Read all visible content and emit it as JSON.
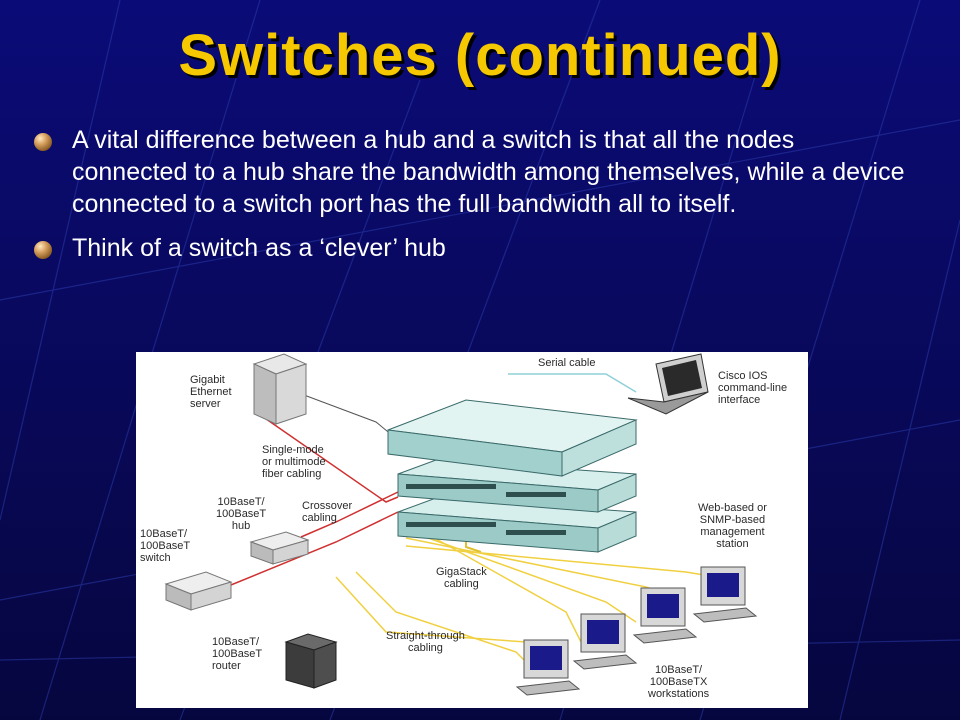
{
  "slide": {
    "title": "Switches (continued)",
    "bullets": [
      "A vital difference between a hub and a switch is that all the nodes connected to a hub share the bandwidth among themselves, while a device connected to a switch port has the full bandwidth all to itself.",
      "Think of a switch as a ‘clever’ hub"
    ]
  },
  "diagram": {
    "labels": {
      "gigabit_server": "Gigabit\nEthernet\nserver",
      "serial_cable": "Serial cable",
      "cisco_ios": "Cisco IOS\ncommand-line\ninterface",
      "fiber": "Single-mode\nor multimode\nfiber cabling",
      "hub": "10BaseT/\n100BaseT\nhub",
      "crossover": "Crossover\ncabling",
      "switch": "10BaseT/\n100BaseT\nswitch",
      "management": "Web-based or\nSNMP-based\nmanagement\nstation",
      "gigastack": "GigaStack\ncabling",
      "straight": "Straight-through\ncabling",
      "router": "10BaseT/\n100BaseT\nrouter",
      "workstations": "10BaseT/\n100BaseTX\nworkstations"
    }
  }
}
